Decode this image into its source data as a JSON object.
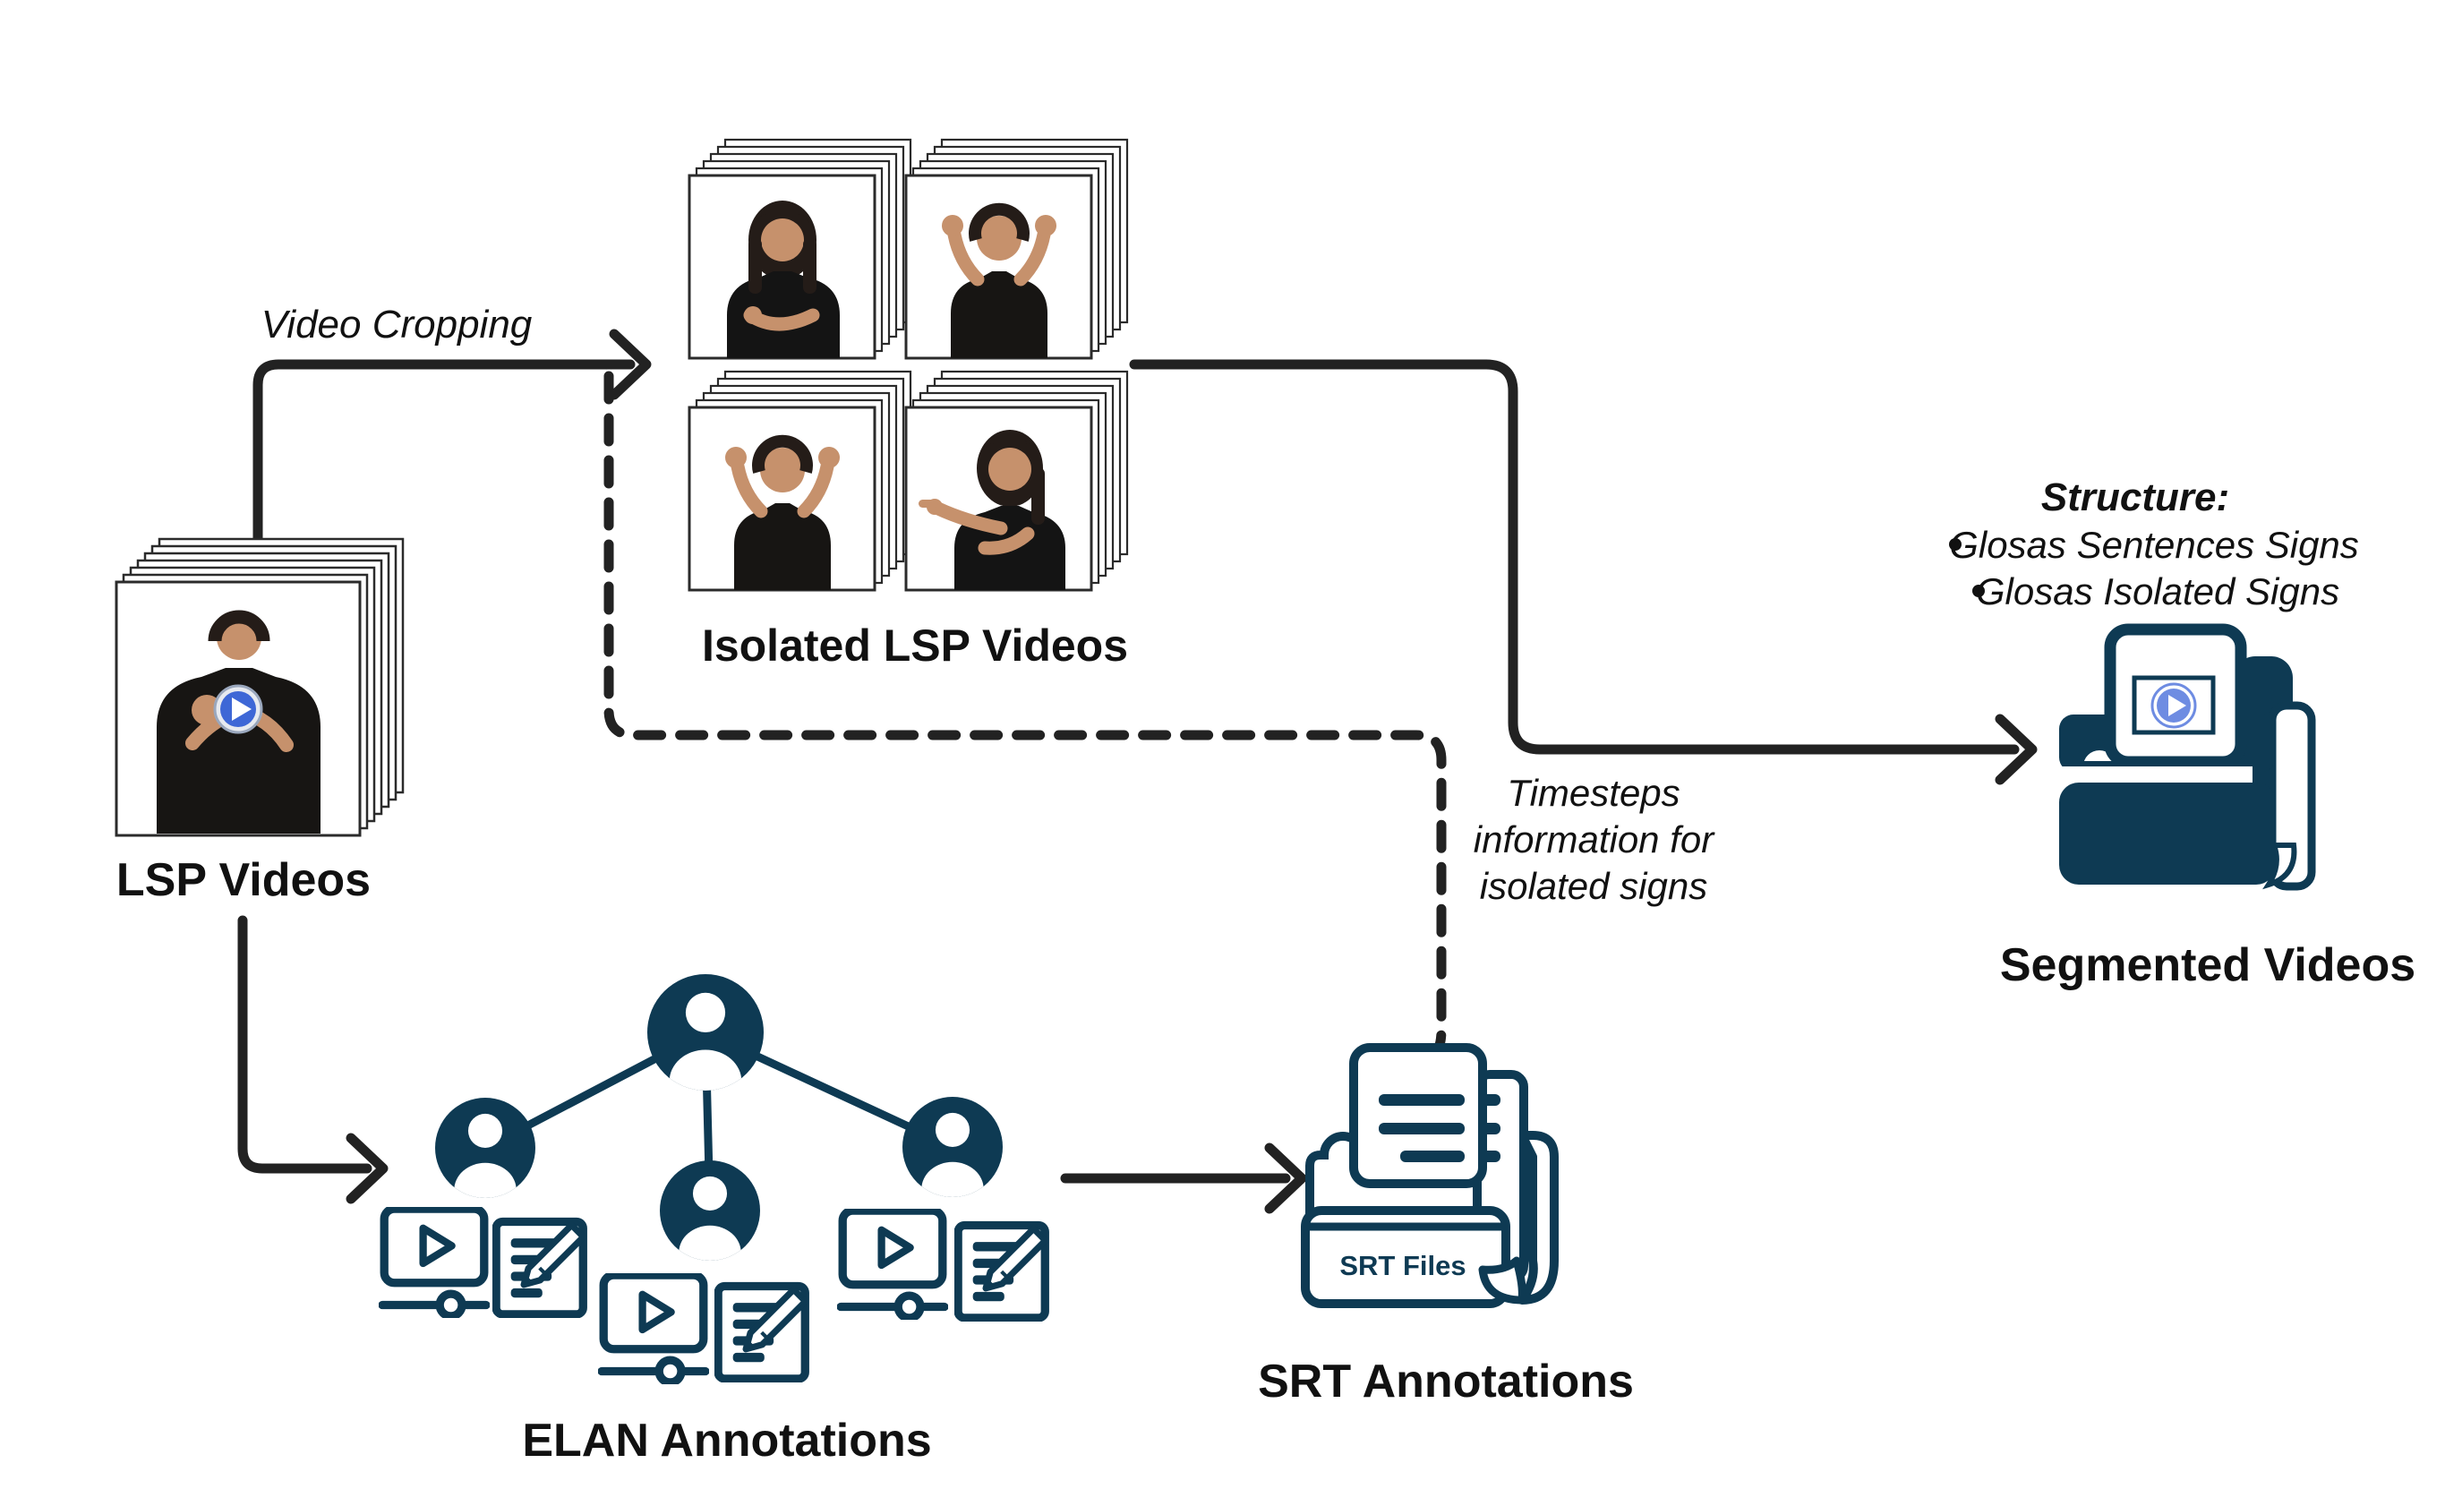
{
  "labels": {
    "video_cropping": "Video Cropping",
    "lsp_videos": "LSP Videos",
    "isolated_lsp_videos": "Isolated LSP Videos",
    "elan_annotations": "ELAN Annotations",
    "srt_annotations": "SRT Annotations",
    "segmented_videos": "Segmented Videos",
    "srt_files": "SRT Files",
    "structure_title": "Structure:",
    "structure_items": [
      "Glosas Sentences Signs",
      "Glosas Isolated Signs"
    ],
    "timesteps_lines": [
      "Timesteps",
      "information for",
      "isolated signs"
    ]
  },
  "colors": {
    "navy": "#0e3a53",
    "arrow": "#222222",
    "ink": "#111111",
    "play-blue": "#3e67d6",
    "play-blue-light": "#6e8ce2",
    "play-ring": "#9aa7bd",
    "skin": "#c6916c",
    "hair": "#241c18",
    "card-border": "#2b2b2b"
  },
  "icons": {
    "lsp_stack": "video-frames-stack-icon",
    "isolated_stacks": "video-frames-stack-icon",
    "elan_people": "person-avatar-icon",
    "elan_tools": [
      "video-player-icon",
      "document-edit-icon"
    ],
    "srt": "folder-documents-icon",
    "segmented": "folder-video-file-icon"
  }
}
